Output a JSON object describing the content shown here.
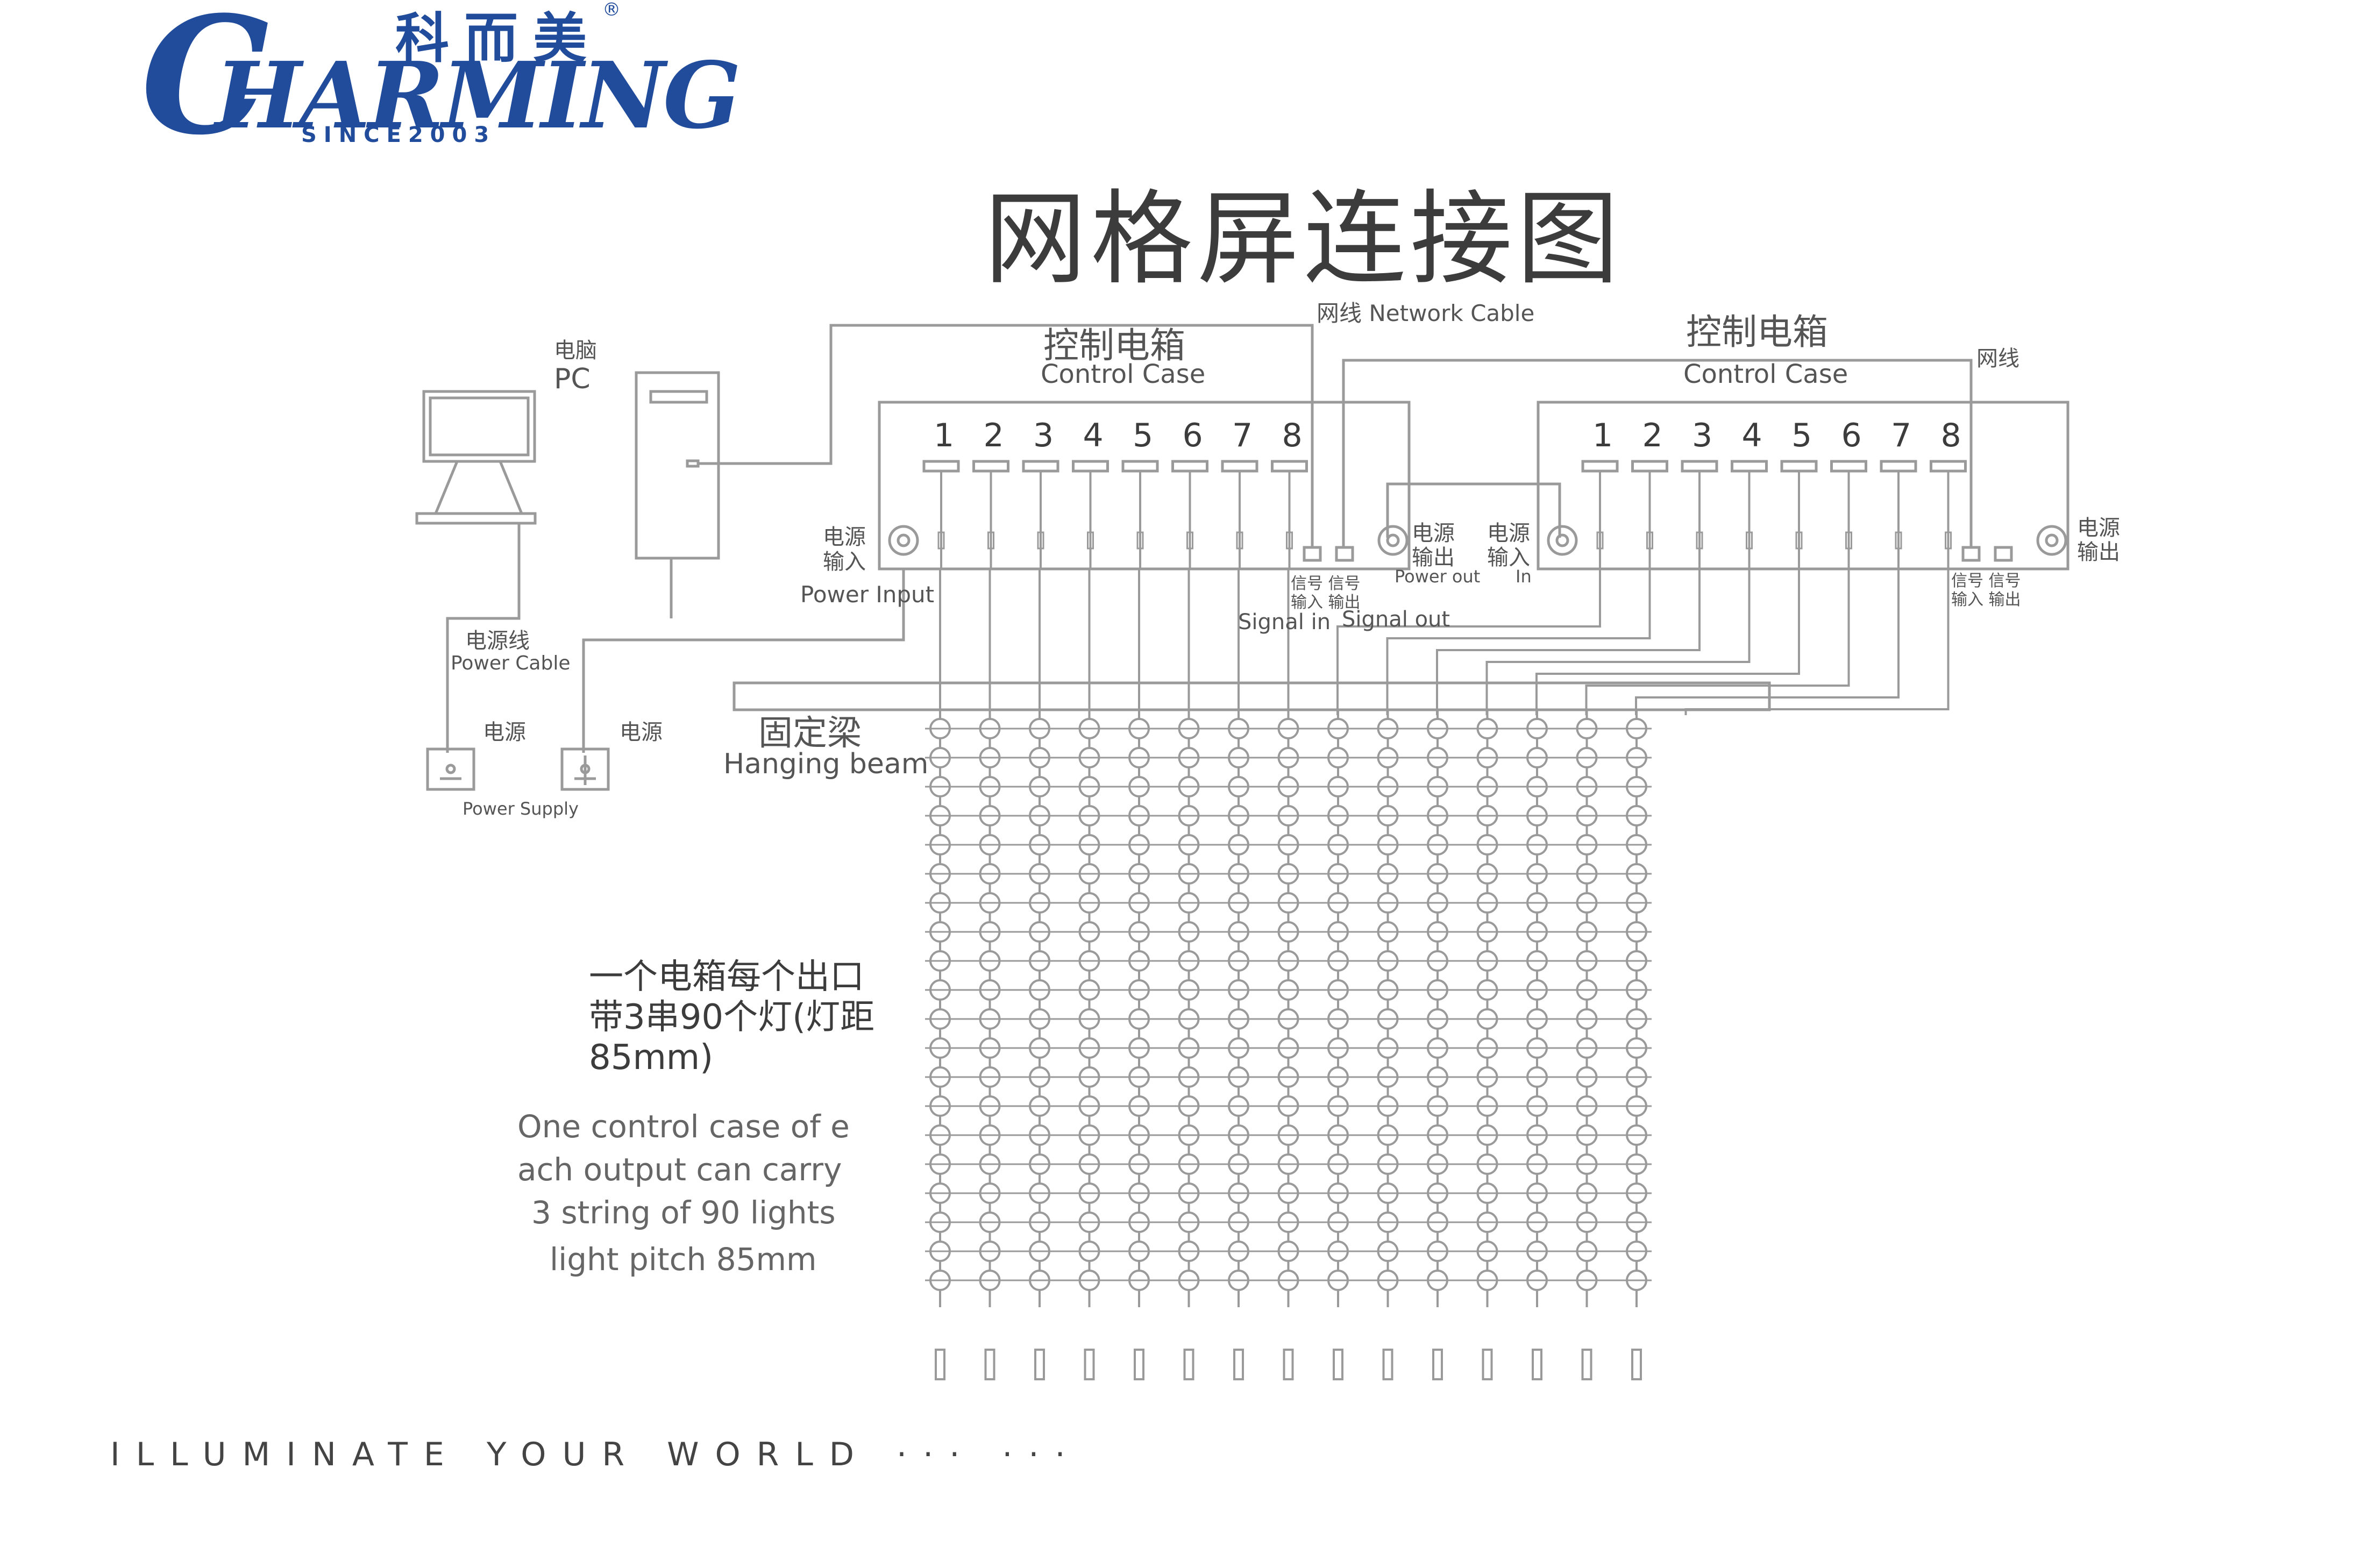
{
  "logo": {
    "brand_cn": "科而美",
    "reg_mark": "®",
    "initial": "C",
    "wordmark": "HARMING",
    "since": "SINCE2003"
  },
  "title": "网格屏连接图",
  "labels": {
    "pc_cn": "电脑",
    "pc_en": "PC",
    "power_cable_cn": "电源线",
    "power_cable_en": "Power Cable",
    "power_cn_1": "电源",
    "power_cn_2": "电源",
    "power_supply_en": "Power Supply",
    "network_cable": "网线 Network Cable",
    "network_cable_cn": "网线",
    "control_case_1_cn": "控制电箱",
    "control_case_1_en": "Control Case",
    "control_case_2_cn": "控制电箱",
    "control_case_2_en": "Control Case",
    "power_input_cn_1": "电源",
    "power_input_cn_2": "输入",
    "power_input_en": "Power Input",
    "signal_in_out_cn_1": "信号 信号",
    "signal_in_out_cn_2": "输入 输出",
    "signal_in_en": "Signal in",
    "signal_out_en": "Signal out",
    "power_out_cn_1": "电源",
    "power_out_cn_2": "输出",
    "power_out_en": "Power out",
    "power_in2_cn_1": "电源",
    "power_in2_cn_2": "输入",
    "power_in2_en": "In",
    "case2_signal_cn_1": "信号 信号",
    "case2_signal_cn_2": "输入 输出",
    "case2_power_out_cn_1": "电源",
    "case2_power_out_cn_2": "输出",
    "hanging_beam_cn": "固定梁",
    "hanging_beam_en": "Hanging beam"
  },
  "ports": [
    "1",
    "2",
    "3",
    "4",
    "5",
    "6",
    "7",
    "8"
  ],
  "note_cn": [
    "一个电箱每个出口",
    "带3串90个灯(灯距",
    "85mm)"
  ],
  "note_en": [
    "One control case of e",
    "ach output can carry",
    "3 string of 90 lights",
    "light pitch 85mm"
  ],
  "slogan": "ILLUMINATE YOUR WORLD  ··· ···",
  "colors": {
    "brand": "#214c9c",
    "line": "#9a9a9a",
    "text": "#555555"
  }
}
